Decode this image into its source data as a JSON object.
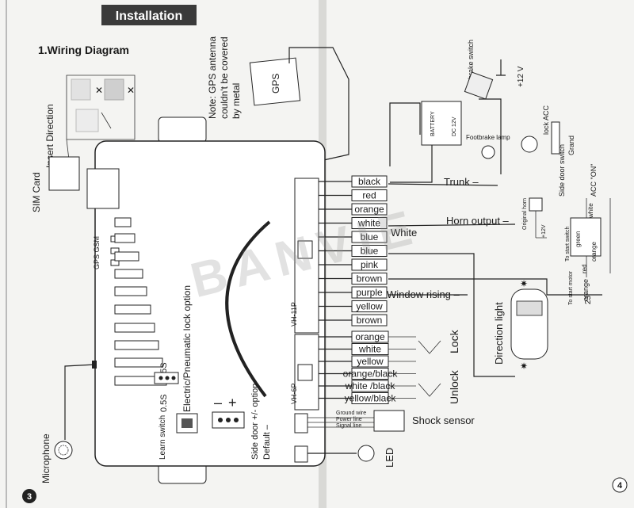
{
  "header": {
    "title": "Installation",
    "section": "1.Wiring Diagram"
  },
  "sim": {
    "insert_direction": "Insert Direction",
    "sim_card": "SIM Card"
  },
  "gps_note": {
    "lines": [
      "Note: GPS antenna",
      "couldn't be covered",
      "by metal"
    ],
    "gps_label": "GPS"
  },
  "unit": {
    "gps_gsm": "GPS  GSM",
    "lock_option": "Electric/Pneumatic lock option",
    "learn_switch": "Learn switch",
    "times": [
      "0.5S",
      "3.5S"
    ],
    "side_door_lines": [
      "Side door +/- option",
      "Default –"
    ],
    "minus": "–",
    "plus": "+",
    "connector_11p": "VH-11P",
    "connector_6p": "VH-6P",
    "microphone": "Microphone"
  },
  "wires_11p": [
    "black",
    "red",
    "orange",
    "white",
    "blue",
    "blue",
    "pink",
    "brown",
    "purple",
    "yellow",
    "brown"
  ],
  "wires_6p": [
    "orange",
    "white",
    "yellow",
    "orange/black",
    "white /black",
    "yellow/black"
  ],
  "functions": {
    "white": "White",
    "trunk": "Trunk –",
    "horn_output": "Horn output –",
    "window_rising": "Window rising –",
    "lock": "Lock",
    "unlock": "Unlock",
    "direction_light": "Direction light",
    "shock_sensor": "Shock sensor",
    "led": "LED"
  },
  "shock_lines": [
    "Ground wire",
    "Power line",
    "Signal line"
  ],
  "power": {
    "footbrake_switch": "Footbrake switch",
    "plus12v": "+12 V",
    "battery": "BATTERY",
    "dc12v": "DC 12V",
    "footbrake_lamp": "Footbrake lamp",
    "lock_acc": "lock ACC",
    "side_door_switch": "Side door switch",
    "grand": "Grand",
    "acc_on": "ACC \"ON\"",
    "original_horn": "Original horn",
    "plus12v_small": "+12V"
  },
  "relay": {
    "to_start_switch": "To start switch",
    "to_start_motor": "To start motor",
    "green": "green",
    "white": "white",
    "red": "red",
    "orange": "orange",
    "orange_label": "orange",
    "number": "23"
  },
  "watermark": "BANVIE",
  "pages": {
    "left": "3",
    "right": "4"
  }
}
